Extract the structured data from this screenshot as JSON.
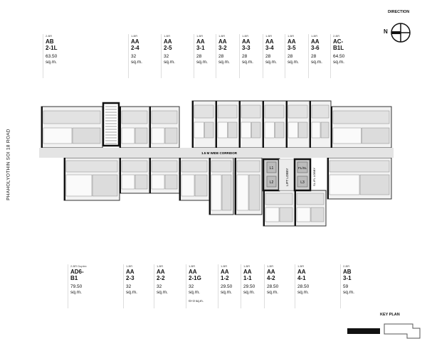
{
  "direction_label": "DIRECTION",
  "north_label": "N",
  "road_label": "PHAHOLYOTHIN SOI 18 ROAD",
  "corridor_label": "1.5 M WIDE CORRIDOR",
  "core": {
    "l1": "L1",
    "l2": "L2",
    "l3": "L3",
    "fl_sl": "FL/SL",
    "lift_lobby": "LIFT LOBBY",
    "sl_fl_lobby": "SL./FL LOBBY"
  },
  "key_plan_label": "KEY PLAN",
  "top_units": [
    {
      "type": "2-BR",
      "code1": "AB",
      "code2": "2-1L",
      "area": "63.50",
      "unit": "sq.m."
    },
    {
      "type": "1-BR",
      "code1": "AA",
      "code2": "2-4",
      "area": "32",
      "unit": "sq.m."
    },
    {
      "type": "1-BR",
      "code1": "AA",
      "code2": "2-5",
      "area": "32",
      "unit": "sq.m."
    },
    {
      "type": "1-BR",
      "code1": "AA",
      "code2": "3-1",
      "area": "28",
      "unit": "sq.m."
    },
    {
      "type": "1-BR",
      "code1": "AA",
      "code2": "3-2",
      "area": "28",
      "unit": "sq.m."
    },
    {
      "type": "1-BR",
      "code1": "AA",
      "code2": "3-3",
      "area": "28",
      "unit": "sq.m."
    },
    {
      "type": "1-BR",
      "code1": "AA",
      "code2": "3-4",
      "area": "28",
      "unit": "sq.m."
    },
    {
      "type": "1-BR",
      "code1": "AA",
      "code2": "3-5",
      "area": "28",
      "unit": "sq.m."
    },
    {
      "type": "1-BR",
      "code1": "AA",
      "code2": "3-6",
      "area": "28",
      "unit": "sq.m."
    },
    {
      "type": "2-BR",
      "code1": "AC-",
      "code2": "B1L",
      "area": "64.50",
      "unit": "sq.m."
    }
  ],
  "bottom_units": [
    {
      "type": "2-BR Duplex",
      "code1": "AD6-",
      "code2": "B1",
      "area": "79.50",
      "unit": "sq.m."
    },
    {
      "type": "1-BR",
      "code1": "AA",
      "code2": "2-3",
      "area": "32",
      "unit": "sq.m."
    },
    {
      "type": "1-BR",
      "code1": "AA",
      "code2": "2-2",
      "area": "32",
      "unit": "sq.m."
    },
    {
      "type": "1-BR",
      "code1": "AA",
      "code2": "2-1G",
      "area": "32",
      "unit": "sq.m.",
      "extra": "G+3 sq.m."
    },
    {
      "type": "1-BR",
      "code1": "AA",
      "code2": "1-2",
      "area": "29.50",
      "unit": "sq.m."
    },
    {
      "type": "1-BR",
      "code1": "AA",
      "code2": "1-1",
      "area": "29.50",
      "unit": "sq.m."
    },
    {
      "type": "1-BR",
      "code1": "AA",
      "code2": "4-2",
      "area": "28.50",
      "unit": "sq.m."
    },
    {
      "type": "1-BR",
      "code1": "AA",
      "code2": "4-1",
      "area": "28.50",
      "unit": "sq.m."
    },
    {
      "type": "2-BR",
      "code1": "AB",
      "code2": "3-1",
      "area": "59",
      "unit": "sq.m."
    }
  ]
}
